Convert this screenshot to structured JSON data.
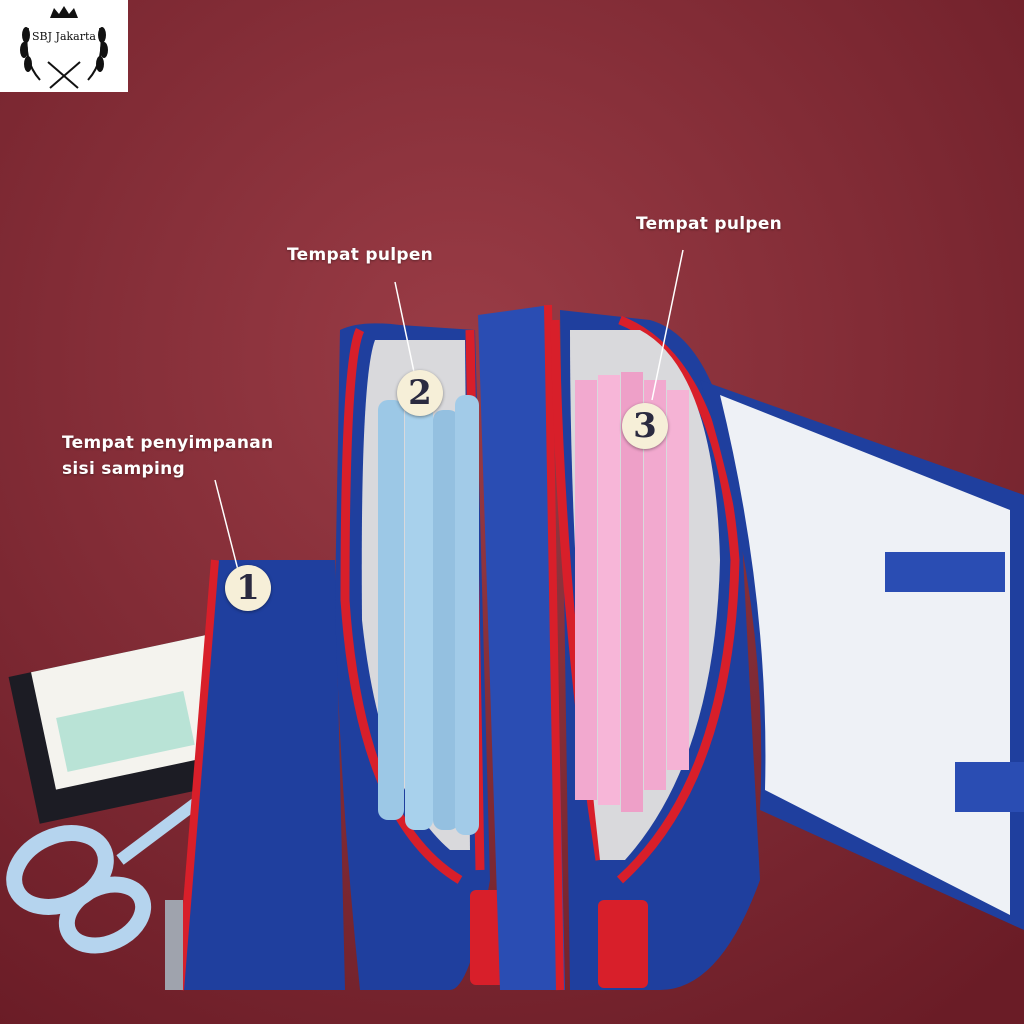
{
  "logo": {
    "text": "SBJ Jakarta"
  },
  "callouts": [
    {
      "number": "1",
      "label_lines": [
        "Tempat penyimpanan",
        "sisi samping"
      ]
    },
    {
      "number": "2",
      "label_lines": [
        "Tempat pulpen"
      ]
    },
    {
      "number": "3",
      "label_lines": [
        "Tempat pulpen"
      ]
    }
  ],
  "colors": {
    "background": "#7a2530",
    "pouch_blue": "#1f3f9e",
    "zipper_red": "#d81f2a",
    "lining_grey": "#d9d9dc",
    "pen_blue": "#9cc8e6",
    "pencil_pink": "#f2a9cf"
  }
}
